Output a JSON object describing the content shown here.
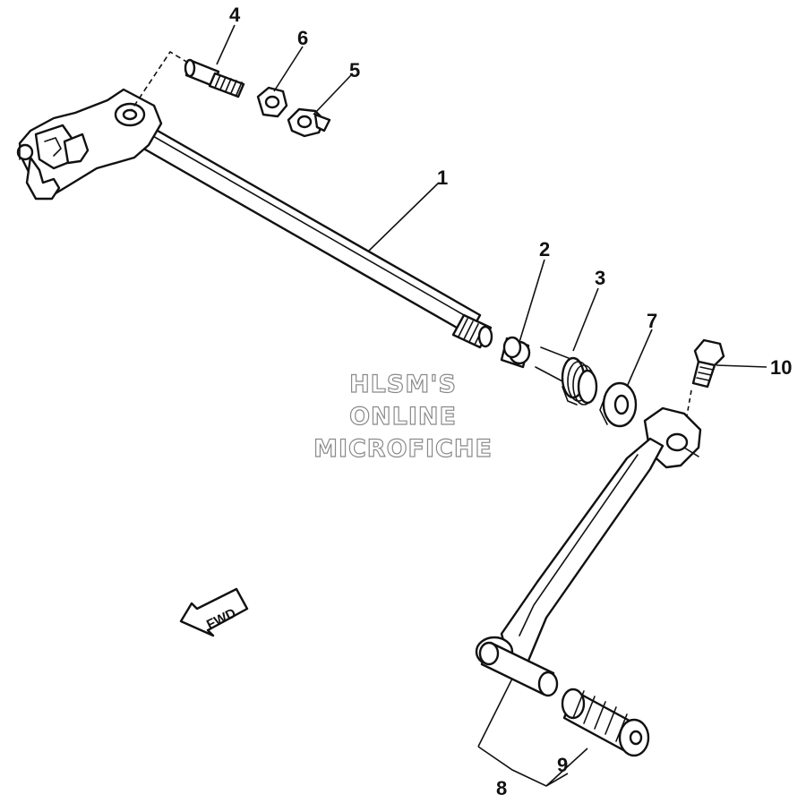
{
  "callouts": {
    "c1": "1",
    "c2": "2",
    "c3": "3",
    "c4": "4",
    "c5": "5",
    "c6": "6",
    "c7": "7",
    "c8": "8",
    "c9": "9",
    "c10": "10"
  },
  "watermark": {
    "line1": "HLSM'S",
    "line2": "ONLINE",
    "line3": "MICROFICHE"
  },
  "direction_arrow": {
    "label": "FWD"
  },
  "colors": {
    "line": "#111111",
    "background": "#ffffff",
    "watermark_outline": "#8a8a8a"
  }
}
